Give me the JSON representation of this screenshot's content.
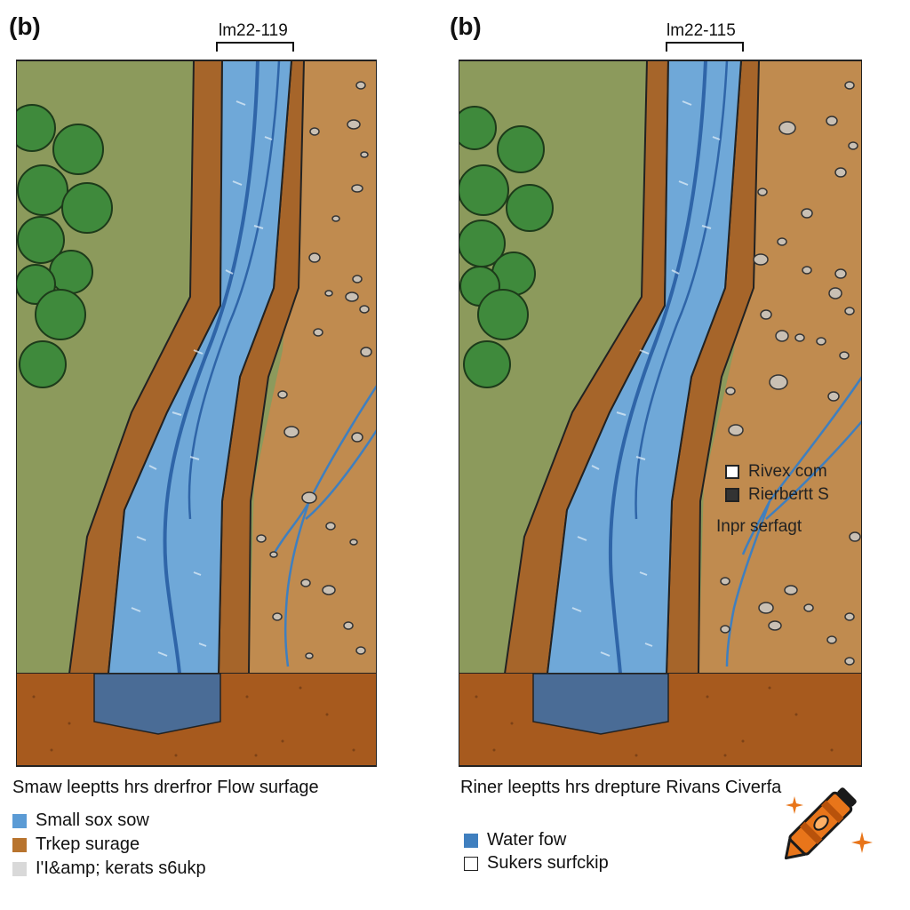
{
  "panels": [
    {
      "letter": "(b)",
      "scale_label": "lm22-119",
      "caption": "Smaw leeptts hrs drerfror Flow surfage",
      "legend": [
        {
          "label": "Small sox sow",
          "color": "#5b9bd5"
        },
        {
          "label": "Trkep surage",
          "color": "#b8742e"
        },
        {
          "label": "I'I&amp; kerats s6ukp",
          "color": "#d9d9d9"
        }
      ]
    },
    {
      "letter": "(b)",
      "scale_label": "lm22-115",
      "caption": "Riner leeptts hrs drepture Rivans Civerfa",
      "legend": [
        {
          "label": "Water fow",
          "color": "#3f7fbf"
        },
        {
          "label": "Sukers surfckip",
          "color": "#ffffff"
        }
      ],
      "inset_legend": [
        {
          "label": "Rivex com",
          "color": "#ffffff"
        },
        {
          "label": "Rierbertt S",
          "color": "#333333"
        }
      ],
      "inset_note": "Inpr serfagt"
    }
  ],
  "colors": {
    "grass": "#8c9a5c",
    "bank": "#a6652a",
    "soil": "#c08b4f",
    "water": "#6fa8d8",
    "water_dark": "#2f65a8",
    "subsoil": "#a75a1e",
    "tree": "#3f8a3c"
  },
  "icons": [
    "crayon-icon",
    "sparkle-icon"
  ]
}
